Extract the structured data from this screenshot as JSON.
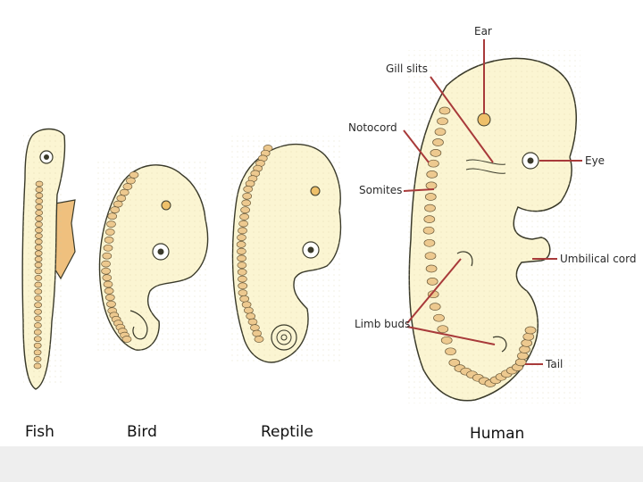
{
  "labels": {
    "ear": "Ear",
    "gill_slits": "Gill slits",
    "notocord": "Notocord",
    "somites": "Somites",
    "eye": "Eye",
    "umbilical_cord": "Umbilical cord",
    "limb_buds": "Limb buds",
    "tail": "Tail"
  },
  "embryos": {
    "fish": "Fish",
    "bird": "Bird",
    "reptile": "Reptile",
    "human": "Human"
  },
  "colors": {
    "embryo_fill": "#fbf5d2",
    "embryo_outline": "#3a3a2a",
    "somite": "#edc98f",
    "fin": "#efc07e",
    "pointer_line": "#a83a3a",
    "ear_spot": "#eec06a"
  }
}
